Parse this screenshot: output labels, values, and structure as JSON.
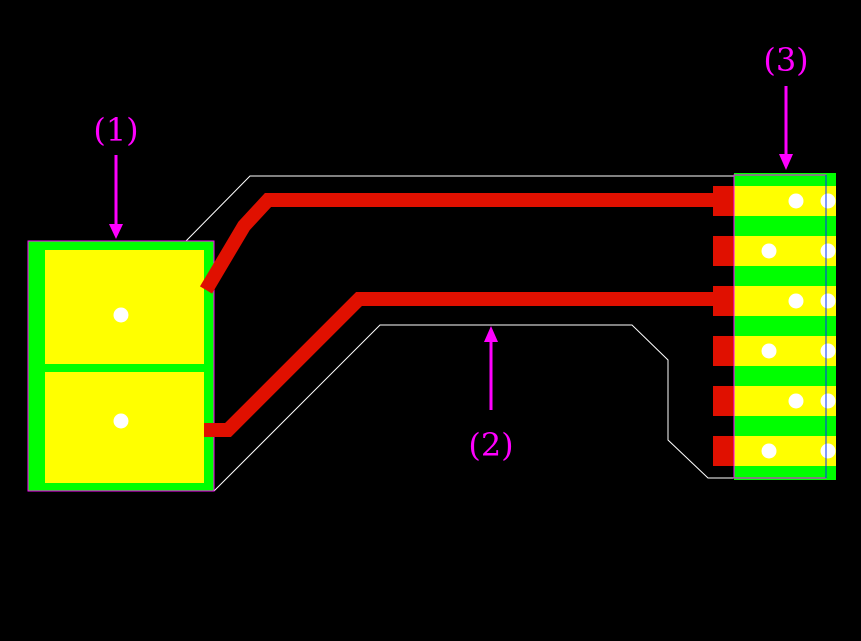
{
  "labels": {
    "component_1": "(1)",
    "trace_2": "(2)",
    "connector_3": "(3)"
  },
  "colors": {
    "background": "#000000",
    "copper_mask": "#00ff00",
    "pad": "#ffff00",
    "trace": "#e01000",
    "outline": "#ffffff",
    "annotation": "#ff00ff",
    "drill_hole": "#ffffff"
  }
}
